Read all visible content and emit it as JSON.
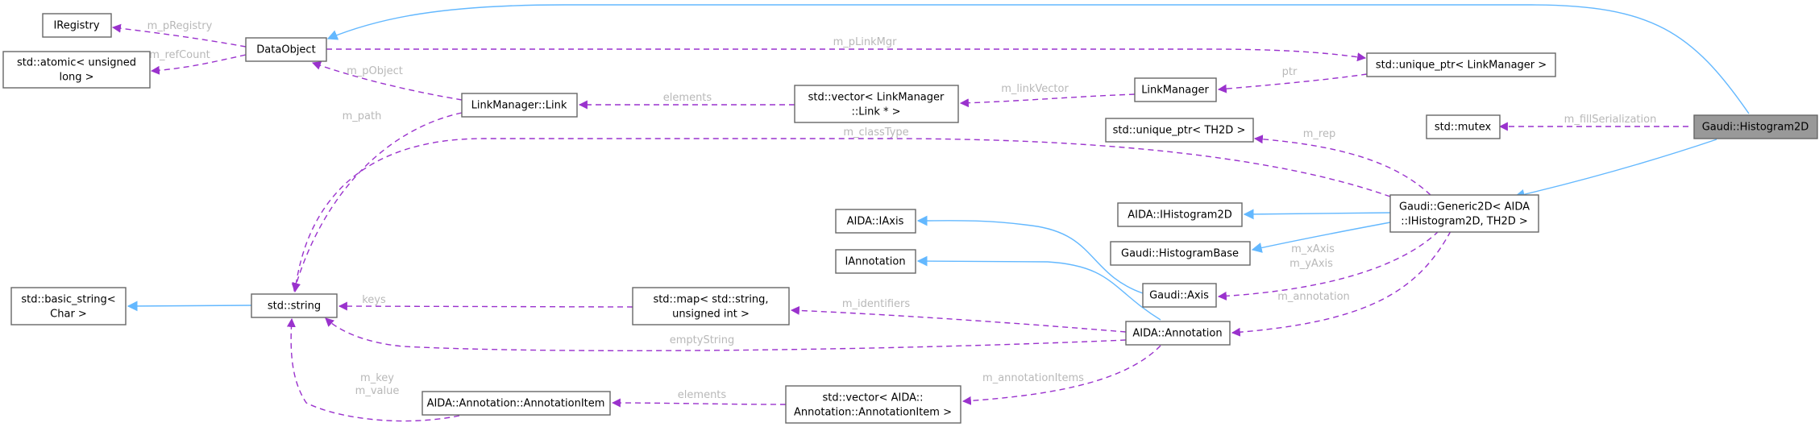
{
  "diagram": {
    "colors": {
      "usage_edge": "#9a32cd",
      "inheritance_edge": "#63b8ff",
      "focus_node": "#999999"
    },
    "nodes": {
      "iregistry": "IRegistry",
      "atomic": [
        "std::atomic< unsigned",
        "long >"
      ],
      "dataobject": "DataObject",
      "link": "LinkManager::Link",
      "vector_link": [
        "std::vector< LinkManager",
        "::Link * >"
      ],
      "linkmanager": "LinkManager",
      "unique_linkmanager": "std::unique_ptr< LinkManager >",
      "mutex": "std::mutex",
      "histogram2d": "Gaudi::Histogram2D",
      "unique_th2d": "std::unique_ptr< TH2D >",
      "generic2d": [
        "Gaudi::Generic2D< AIDA",
        "::IHistogram2D, TH2D >"
      ],
      "ihistogram2d": "AIDA::IHistogram2D",
      "histogrambase": "Gaudi::HistogramBase",
      "axis": "Gaudi::Axis",
      "annotation": "AIDA::Annotation",
      "iaxis": "AIDA::IAxis",
      "iannotation": "IAnnotation",
      "map": [
        "std::map< std::string,",
        "unsigned int >"
      ],
      "string": "std::string",
      "basic_string": [
        "std::basic_string<",
        "Char >"
      ],
      "annotation_item": "AIDA::Annotation::AnnotationItem",
      "vector_item": [
        "std::vector< AIDA::",
        "Annotation::AnnotationItem >"
      ]
    },
    "edge_labels": {
      "m_pRegistry": "m_pRegistry",
      "m_refCount": "m_refCount",
      "m_pLinkMgr": "m_pLinkMgr",
      "m_pObject": "m_pObject",
      "m_path": "m_path",
      "elements_link": "elements",
      "m_linkVector": "m_linkVector",
      "ptr": "ptr",
      "m_fillSerialization": "m_fillSerialization",
      "m_rep": "m_rep",
      "m_classType": "m_classType",
      "m_xAxis": "m_xAxis",
      "m_yAxis": "m_yAxis",
      "m_annotation": "m_annotation",
      "keys": "keys",
      "m_identifiers": "m_identifiers",
      "emptyString": "emptyString",
      "m_annotationItems": "m_annotationItems",
      "elements_item": "elements",
      "m_key": "m_key",
      "m_value": "m_value"
    }
  }
}
